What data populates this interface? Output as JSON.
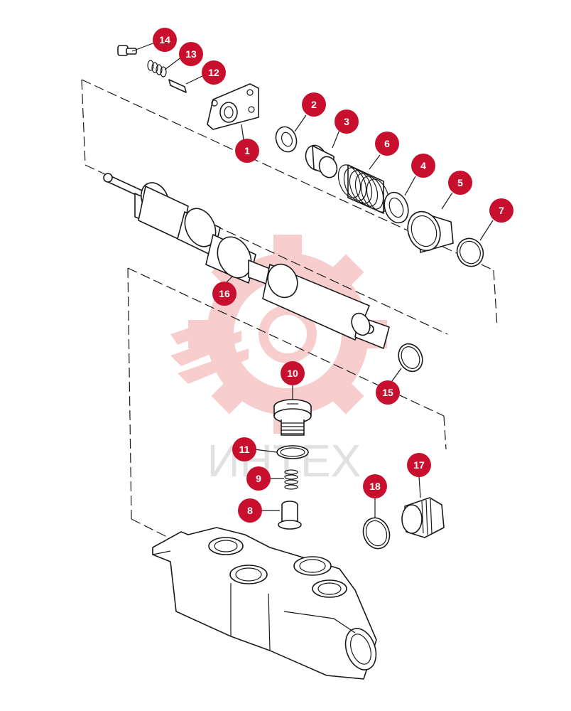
{
  "colors": {
    "callout": "#c8102e",
    "callout_text": "#ffffff",
    "line": "#1a1a1a",
    "watermark_red": "#f2a5a5",
    "watermark_gray": "#c9c9c9"
  },
  "watermark": {
    "text": "ИНТЕХ",
    "icon": "gear-logo-icon"
  },
  "callouts": [
    {
      "id": "c1",
      "label": "1"
    },
    {
      "id": "c2",
      "label": "2"
    },
    {
      "id": "c3",
      "label": "3"
    },
    {
      "id": "c4",
      "label": "4"
    },
    {
      "id": "c5",
      "label": "5"
    },
    {
      "id": "c6",
      "label": "6"
    },
    {
      "id": "c7",
      "label": "7"
    },
    {
      "id": "c8",
      "label": "8"
    },
    {
      "id": "c9",
      "label": "9"
    },
    {
      "id": "c10",
      "label": "10"
    },
    {
      "id": "c11",
      "label": "11"
    },
    {
      "id": "c12",
      "label": "12"
    },
    {
      "id": "c13",
      "label": "13"
    },
    {
      "id": "c14",
      "label": "14"
    },
    {
      "id": "c15",
      "label": "15"
    },
    {
      "id": "c16",
      "label": "16"
    },
    {
      "id": "c17",
      "label": "17"
    },
    {
      "id": "c18",
      "label": "18"
    }
  ]
}
